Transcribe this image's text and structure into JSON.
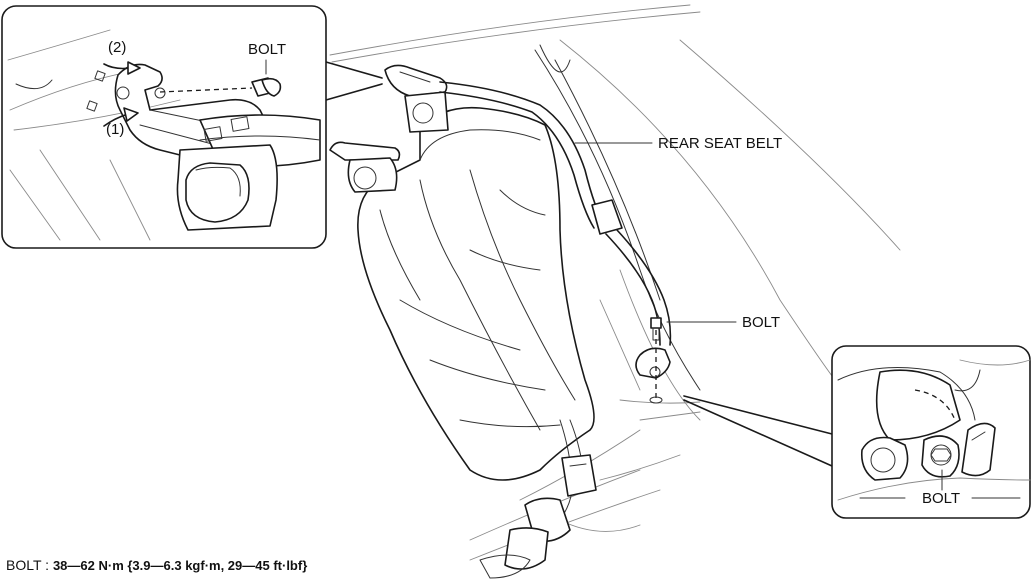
{
  "labels": {
    "bolt_top_inset": "BOLT",
    "step_2": "(2)",
    "step_1": "(1)",
    "rear_seat_belt": "REAR SEAT BELT",
    "bolt_lower_anchor": "BOLT",
    "bolt_bottom_inset": "BOLT"
  },
  "torque_spec": {
    "part": "BOLT",
    "separator": " : ",
    "value": "38—62 N·m {3.9—6.3 kgf·m, 29—45 ft·lbf}"
  }
}
